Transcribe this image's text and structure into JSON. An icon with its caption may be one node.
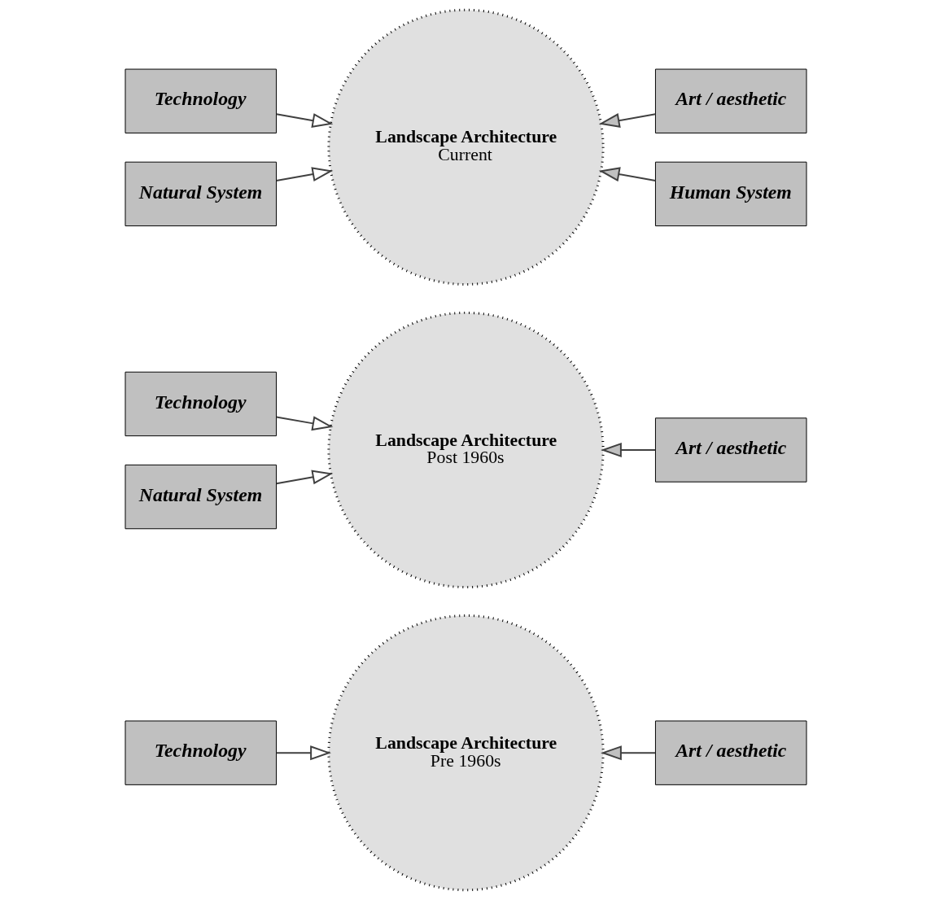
{
  "diagram": {
    "nodes": [
      {
        "text": [
          "Technology"
        ]
      },
      {
        "text": [
          "Landscape Architecture",
          "Pre 1960s"
        ]
      },
      {
        "text": [
          "Art / aesthetic"
        ]
      },
      {
        "text": [
          "Technology"
        ]
      },
      {
        "text": [
          "Landscape Architecture",
          "Post 1960s"
        ]
      },
      {
        "text": [
          "Art / aesthetic"
        ]
      },
      {
        "text": [
          "Natural System"
        ]
      },
      {
        "text": [
          "Technology"
        ]
      },
      {
        "text": [
          "Landscape Architecture",
          "Current"
        ]
      },
      {
        "text": [
          "Art / aesthetic"
        ]
      },
      {
        "text": [
          "Natural System"
        ]
      },
      {
        "text": [
          "Human System"
        ]
      }
    ],
    "edges": [
      {
        "from": 0,
        "to": 1,
        "arrow": "to"
      },
      {
        "from": 2,
        "to": 1,
        "arrow": "to"
      },
      {
        "from": 3,
        "to": 4,
        "arrow": "to"
      },
      {
        "from": 5,
        "to": 4,
        "arrow": "to"
      },
      {
        "from": 6,
        "to": 4,
        "arrow": "to"
      },
      {
        "from": 7,
        "to": 8,
        "arrow": "to"
      },
      {
        "from": 9,
        "to": 8,
        "arrow": "to"
      },
      {
        "from": 10,
        "to": 8,
        "arrow": "to"
      },
      {
        "from": 11,
        "to": 8,
        "arrow": "to"
      }
    ]
  }
}
